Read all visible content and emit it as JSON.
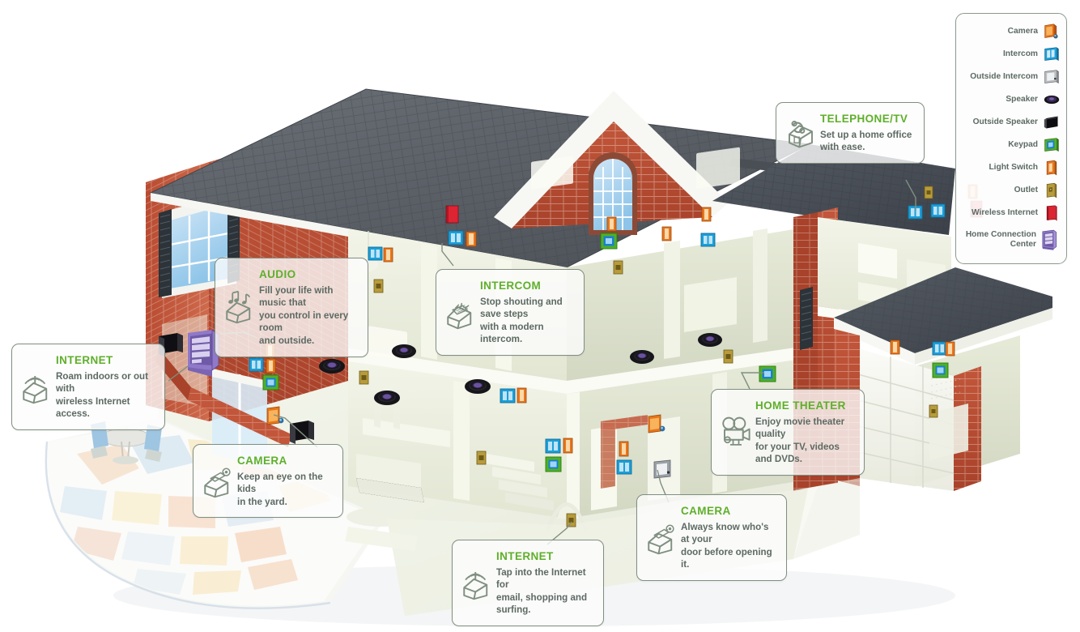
{
  "illustration": {
    "title": "Home Technology Cutaway Illustration",
    "accent_color": "#5faf2b",
    "callout_border_color": "#7f8f80",
    "body_text_color": "#5d6a63",
    "brick_color": "#b5462e",
    "roof_color": "#555b61",
    "interior_color": "#eef0e2"
  },
  "callouts": [
    {
      "id": "telephone-tv",
      "icon": "house-telephone-icon",
      "title": "TELEPHONE/TV",
      "body": "Set up a home office\nwith ease."
    },
    {
      "id": "audio",
      "icon": "house-music-notes-icon",
      "title": "AUDIO",
      "body": "Fill your life with music that\nyou control in every room\nand outside."
    },
    {
      "id": "intercom",
      "icon": "house-intercom-icon",
      "title": "INTERCOM",
      "body": "Stop shouting and save steps\nwith a modern intercom."
    },
    {
      "id": "internet-left",
      "icon": "house-wifi-icon",
      "title": "INTERNET",
      "body": "Roam indoors or out with\nwireless Internet access."
    },
    {
      "id": "camera-yard",
      "icon": "house-camera-icon",
      "title": "CAMERA",
      "body": "Keep an eye on the kids\nin the yard."
    },
    {
      "id": "home-theater",
      "icon": "movie-projector-icon",
      "title": "HOME THEATER",
      "body": "Enjoy movie theater quality\nfor your TV, videos and DVDs."
    },
    {
      "id": "camera-door",
      "icon": "house-camera-icon",
      "title": "CAMERA",
      "body": "Always know who's at your\ndoor before opening it."
    },
    {
      "id": "internet-bottom",
      "icon": "house-wifi-icon",
      "title": "INTERNET",
      "body": "Tap into the Internet for\nemail, shopping and surfing."
    }
  ],
  "legend": {
    "items": [
      {
        "label": "Camera",
        "icon": "camera-icon",
        "color": "#e8751a"
      },
      {
        "label": "Intercom",
        "icon": "intercom-icon",
        "color": "#1b9fd8"
      },
      {
        "label": "Outside Intercom",
        "icon": "outside-intercom-icon",
        "color": "#b9bcc0"
      },
      {
        "label": "Speaker",
        "icon": "speaker-icon",
        "color": "#5b3f7a"
      },
      {
        "label": "Outside Speaker",
        "icon": "outside-speaker-icon",
        "color": "#121212"
      },
      {
        "label": "Keypad",
        "icon": "keypad-icon",
        "color": "#4fb026"
      },
      {
        "label": "Light Switch",
        "icon": "light-switch-icon",
        "color": "#e8761f"
      },
      {
        "label": "Outlet",
        "icon": "outlet-icon",
        "color": "#b79b3c"
      },
      {
        "label": "Wireless Internet",
        "icon": "wireless-internet-icon",
        "color": "#dc2433"
      },
      {
        "label": "Home Connection\nCenter",
        "icon": "home-connection-icon",
        "color": "#8f79c8"
      }
    ]
  },
  "devices": {
    "counts": {
      "light_switch": 12,
      "intercom": 9,
      "keypad": 5,
      "outlet": 8,
      "wireless_internet": 2,
      "speaker": 6,
      "outside_speaker": 2,
      "camera": 2,
      "outside_intercom": 1,
      "home_connection_center": 1
    }
  }
}
